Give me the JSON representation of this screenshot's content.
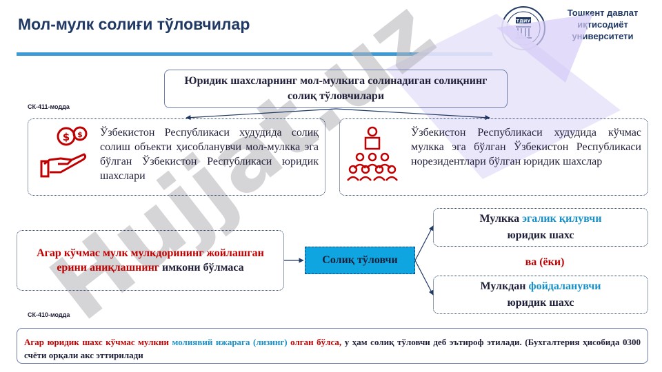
{
  "header": {
    "title": "Мол-мулк солиғи тўловчилар",
    "university": "Тошкент давлат иқтисодиёт университети",
    "logo_text": "ТДИУ"
  },
  "watermark": {
    "text": "Hujjat.uz",
    "color": "#b4b4b8",
    "accent_color": "#8b5cf6"
  },
  "top_box": {
    "text": "Юридик шахсларнинг мол-мулкига солинадиган солиқнинг солиқ тўловчилари"
  },
  "article_411": "СК-411-модда",
  "article_410": "СК-410-модда",
  "cards": [
    {
      "icon": "money-hand-icon",
      "text": "Ўзбекистон Республикаси худудида солиқ солиш объекти ҳисобланувчи мол-мулкка эга бўлган Ўзбекистон Республикаси юридик шахслари"
    },
    {
      "icon": "audience-icon",
      "text": "Ўзбекистон Республикаси худудида кўчмас мулкка эга бўлган Ўзбекистон Республикаси норезидентлари бўлган юридик шахслар"
    }
  ],
  "condition": {
    "part1": "Агар кўчмас мулк мулкдорининг жойлашган ерини аниқлашнинг",
    "part2": " имкони бўлмаса"
  },
  "taxpayer": "Солиқ тўловчи",
  "owner": {
    "pre": "Мулкка ",
    "highlight": "эгалик қилувчи",
    "post": "юридик шахс"
  },
  "or_text": "ва (ёки)",
  "user": {
    "pre": "Мулкдан ",
    "highlight": "фойдаланувчи",
    "post": "юридик шахс"
  },
  "bottom": {
    "part1": "Агар юридик шахс кўчмас мулкни ",
    "part2": "молиявий ижарага (лизинг)",
    "part3": " олган бўлса, ",
    "part4": "у ҳам солиқ тўловчи деб эътироф этилади. (Бухгалтерия ҳисобида 0300 счёти орқали акс эттирилади"
  },
  "colors": {
    "accent_red": "#c00000",
    "accent_blue": "#1790c8",
    "navy": "#1f3864",
    "taxpayer_fill": "#0ea5e0"
  }
}
